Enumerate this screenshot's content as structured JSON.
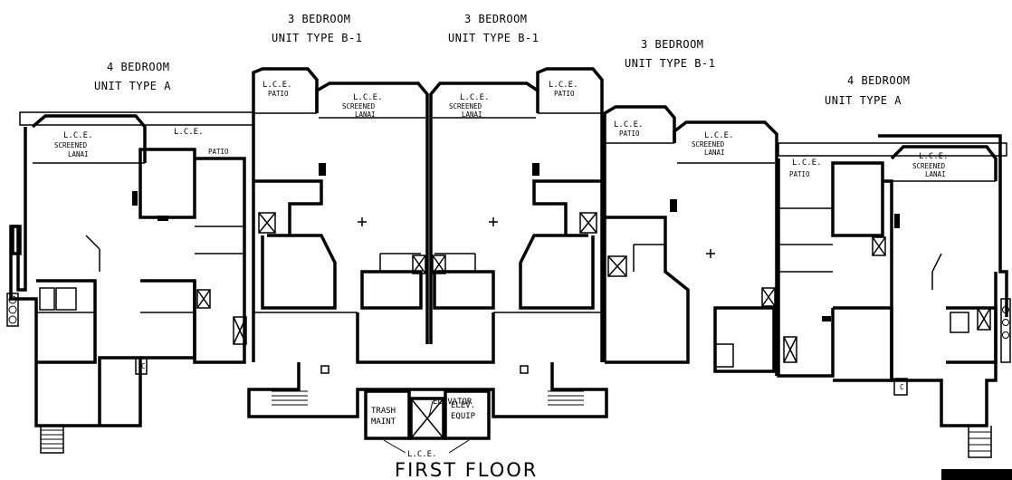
{
  "plan": {
    "title": "FIRST FLOOR",
    "units": [
      {
        "line1": "4 BEDROOM",
        "line2": "UNIT TYPE A"
      },
      {
        "line1": "3 BEDROOM",
        "line2": "UNIT TYPE B-1"
      },
      {
        "line1": "3 BEDROOM",
        "line2": "UNIT TYPE B-1"
      },
      {
        "line1": "3 BEDROOM",
        "line2": "UNIT TYPE B-1"
      },
      {
        "line1": "4 BEDROOM",
        "line2": "UNIT TYPE A"
      }
    ],
    "lce": "L.C.E.",
    "screened": "SCREENED",
    "lanai": "LANAI",
    "patio": "PATIO",
    "elevator": "ELEVATOR",
    "trash": "TRASH",
    "maint": "MAINT",
    "elev": "ELEV.",
    "equip": "EQUIP",
    "closet": "C"
  }
}
